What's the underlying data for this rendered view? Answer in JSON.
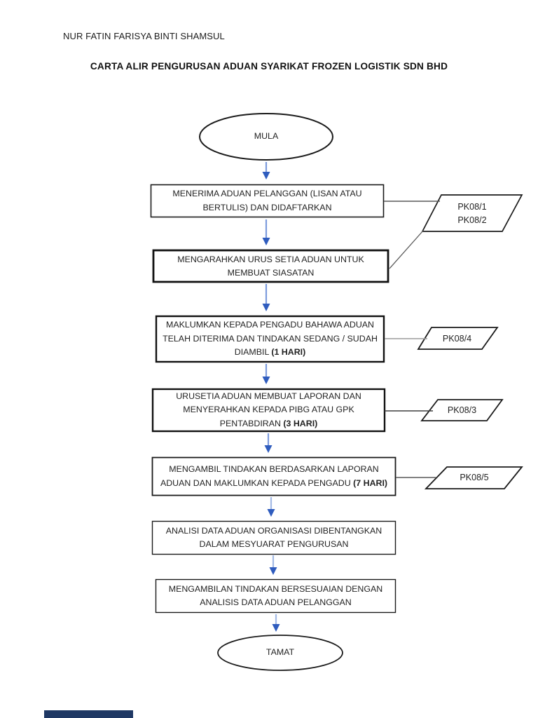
{
  "page": {
    "author_name": "NUR FATIN FARISYA BINTI SHAMSUL",
    "title": "CARTA ALIR PENGURUSAN ADUAN SYARIKAT FROZEN LOGISTIK SDN BHD"
  },
  "flowchart": {
    "start": {
      "label": "MULA"
    },
    "end": {
      "label": "TAMAT"
    },
    "steps": [
      {
        "lines": [
          "MENERIMA ADUAN PELANGGAN (LISAN ATAU",
          "BERTULIS) DAN DIDAFTARKAN"
        ]
      },
      {
        "lines": [
          "MENGARAHKAN URUS SETIA ADUAN UNTUK",
          "MEMBUAT SIASATAN"
        ]
      },
      {
        "lines": [
          "MAKLUMKAN KEPADA PENGADU BAHAWA ADUAN",
          "TELAH DITERIMA DAN TINDAKAN SEDANG / SUDAH",
          "DIAMBIL "
        ],
        "bold": "(1 HARI)"
      },
      {
        "lines": [
          "URUSETIA ADUAN MEMBUAT LAPORAN DAN",
          "MENYERAHKAN KEPADA PIBG ATAU GPK",
          "PENTABDIRAN "
        ],
        "bold": "(3 HARI)"
      },
      {
        "lines": [
          "MENGAMBIL TINDAKAN BERDASARKAN LAPORAN",
          "ADUAN DAN MAKLUMKAN KEPADA PENGADU "
        ],
        "bold": "(7 HARI)"
      },
      {
        "lines": [
          "ANALISI DATA ADUAN ORGANISASI DIBENTANGKAN",
          "DALAM MESYUARAT PENGURUSAN"
        ]
      },
      {
        "lines": [
          "MENGAMBILAN TINDAKAN BERSESUAIAN DENGAN",
          "ANALISIS DATA ADUAN PELANGGAN"
        ]
      }
    ],
    "documents": [
      {
        "lines": [
          "PK08/1",
          "PK08/2"
        ]
      },
      {
        "label": "PK08/4"
      },
      {
        "label": "PK08/3"
      },
      {
        "label": "PK08/5"
      }
    ],
    "colors": {
      "shape_border": "#1a1a1a",
      "arrow_line": "#7d9bdd",
      "arrow_head": "#2f5cbe",
      "connector_line": "#595959",
      "footer_bar": "#1f3864"
    }
  }
}
